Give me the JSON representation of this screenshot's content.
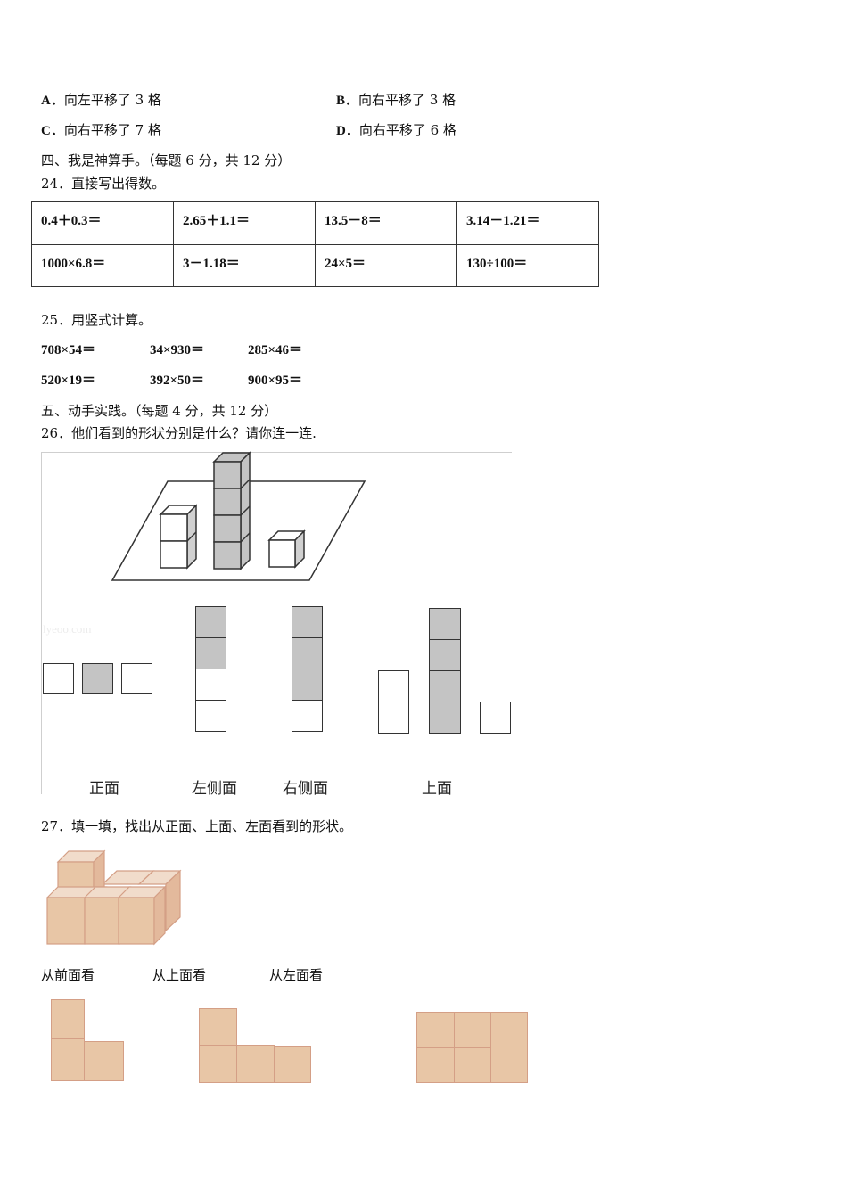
{
  "q23_options": [
    {
      "key": "A．",
      "text": "向左平移了 3 格"
    },
    {
      "key": "B．",
      "text": "向右平移了 3 格"
    },
    {
      "key": "C．",
      "text": "向右平移了 7 格"
    },
    {
      "key": "D．",
      "text": "向右平移了 6 格"
    }
  ],
  "section4": {
    "title": "四、我是神算手。（每题 6 分，共 12 分）",
    "q24": {
      "title": "24．直接写出得数。",
      "rows": [
        [
          "0.4＋0.3＝",
          "2.65＋1.1＝",
          "13.5－8＝",
          "3.14－1.21＝"
        ],
        [
          "1000×6.8＝",
          "3－1.18＝",
          "24×5＝",
          "130÷100＝"
        ]
      ]
    },
    "q25": {
      "title": "25．用竖式计算。",
      "rows": [
        [
          "708×54＝",
          "34×930＝",
          "285×46＝"
        ],
        [
          "520×19＝",
          "392×50＝",
          "900×95＝"
        ]
      ]
    }
  },
  "section5": {
    "title": "五、动手实践。（每题 4 分，共 12 分）",
    "q26": {
      "title": "26．他们看到的形状分别是什么？请你连一连.",
      "watermark": "lyeoo.com",
      "labels": [
        "正面",
        "左侧面",
        "右侧面",
        "上面"
      ]
    },
    "q27": {
      "title": "27．填一填，找出从正面、上面、左面看到的形状。",
      "view_labels": [
        "从前面看",
        "从上面看",
        "从左面看"
      ]
    }
  },
  "colors": {
    "cube_gray": "#c4c4c4",
    "cube_peach": "#e8c6a6",
    "cube_peach_edge": "#d49f86"
  }
}
